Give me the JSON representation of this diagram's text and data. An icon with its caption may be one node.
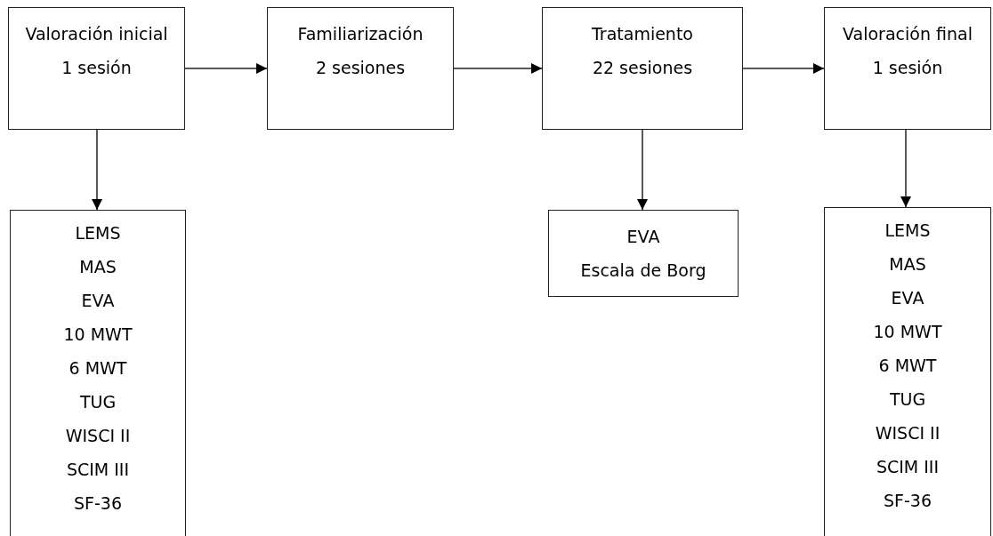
{
  "diagram": {
    "nodes": [
      {
        "text": [
          "Valoración inicial",
          "1 sesión"
        ]
      },
      {
        "text": [
          "Familiarización",
          "2 sesiones"
        ]
      },
      {
        "text": [
          "Tratamiento",
          "22 sesiones"
        ]
      },
      {
        "text": [
          "Valoración final",
          "1 sesión"
        ]
      },
      {
        "text": [
          "LEMS",
          "MAS",
          "EVA",
          "10 MWT",
          "6 MWT",
          "TUG",
          "WISCI II",
          "SCIM III",
          "SF-36"
        ]
      },
      {
        "text": [
          "EVA",
          "Escala de Borg"
        ]
      },
      {
        "text": [
          "LEMS",
          "MAS",
          "EVA",
          "10 MWT",
          "6 MWT",
          "TUG",
          "WISCI II",
          "SCIM III",
          "SF-36"
        ]
      }
    ],
    "edges": [
      {
        "from": 0,
        "to": 1,
        "arrow": "to"
      },
      {
        "from": 1,
        "to": 2,
        "arrow": "to"
      },
      {
        "from": 2,
        "to": 3,
        "arrow": "to"
      },
      {
        "from": 0,
        "to": 4,
        "arrow": "to"
      },
      {
        "from": 2,
        "to": 5,
        "arrow": "to"
      },
      {
        "from": 3,
        "to": 6,
        "arrow": "to"
      }
    ]
  }
}
